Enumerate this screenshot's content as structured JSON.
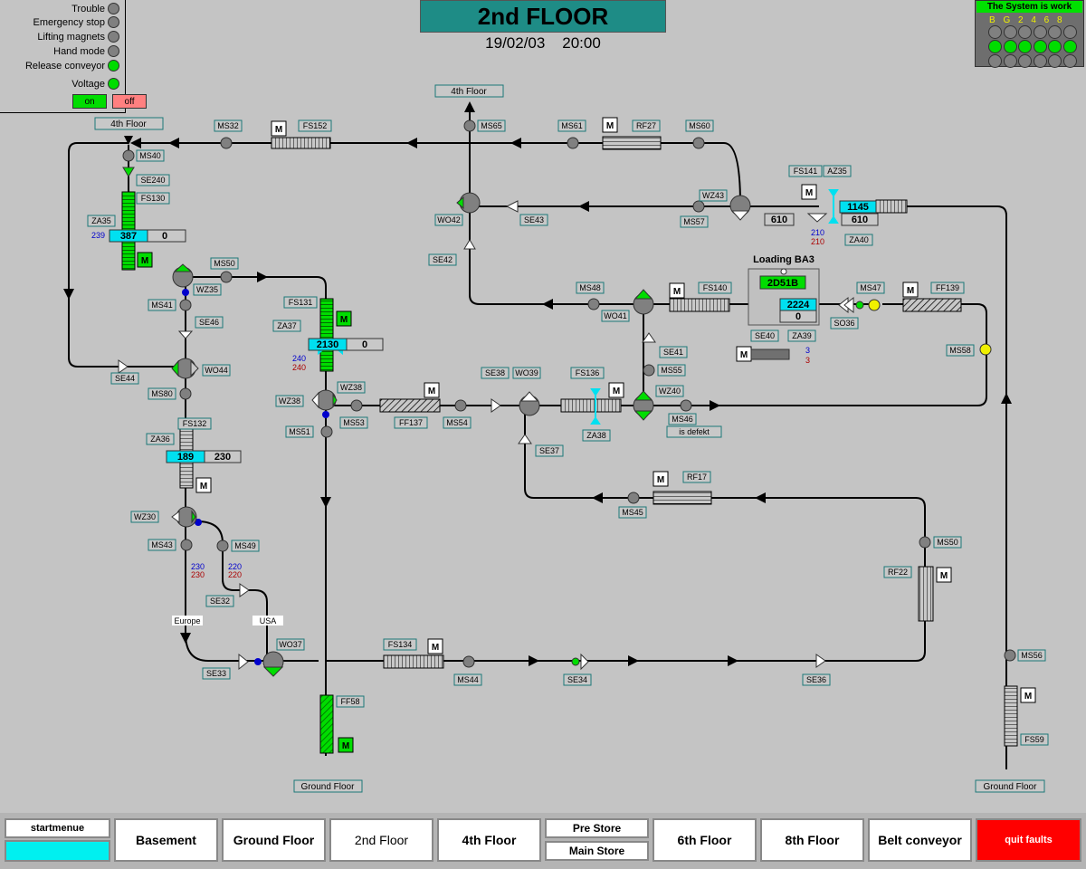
{
  "header": {
    "title": "2nd FLOOR",
    "date": "19/02/03",
    "time": "20:00"
  },
  "legend": {
    "items": [
      {
        "label": "Trouble",
        "color": "#808080"
      },
      {
        "label": "Emergency stop",
        "color": "#808080"
      },
      {
        "label": "Lifting magnets",
        "color": "#808080"
      },
      {
        "label": "Hand mode",
        "color": "#808080"
      },
      {
        "label": "Release conveyor",
        "color": "#00dd00"
      },
      {
        "label": "Voltage",
        "color": "#00dd00"
      }
    ],
    "on_label": "on",
    "off_label": "off"
  },
  "system": {
    "title": "The System is work",
    "floors": "B G 2 4 6 8",
    "row1": [
      "#808080",
      "#808080",
      "#808080",
      "#808080",
      "#808080",
      "#808080"
    ],
    "row2": [
      "#00dd00",
      "#00dd00",
      "#00dd00",
      "#00dd00",
      "#00dd00",
      "#00dd00"
    ],
    "row3": [
      "#808080",
      "#808080",
      "#808080",
      "#808080",
      "#808080",
      "#808080"
    ]
  },
  "floor_labels": {
    "f4_top": "4th Floor",
    "f4_left": "4th Floor",
    "ground_mid": "Ground Floor",
    "ground_right": "Ground Floor"
  },
  "loading": {
    "title": "Loading BA3",
    "code": "2D51B",
    "value": "2224",
    "count": "0"
  },
  "displays": {
    "za35": {
      "value": "387",
      "count": "0",
      "side": "239"
    },
    "za37": {
      "value": "2130",
      "count": "0",
      "side_blue": "240",
      "side_red": "240"
    },
    "za36": {
      "value": "189",
      "count": "230"
    },
    "za40": {
      "value": "1145",
      "count": "610",
      "count2": "610",
      "side_blue": "210",
      "side_red": "210"
    },
    "ms43": {
      "blue": "230",
      "red": "230"
    },
    "ms49": {
      "blue": "220",
      "red": "220"
    },
    "loading_side": {
      "blue": "3",
      "red": "3"
    }
  },
  "labels": {
    "ms32": "MS32",
    "fs152": "FS152",
    "ms65": "MS65",
    "ms61": "MS61",
    "rf27": "RF27",
    "ms60": "MS60",
    "ms40": "MS40",
    "se240": "SE240",
    "fs130": "FS130",
    "za35": "ZA35",
    "fs141": "FS141",
    "az35": "AZ35",
    "wz43": "WZ43",
    "ms57": "MS57",
    "za40": "ZA40",
    "wo42": "WO42",
    "se43": "SE43",
    "se42": "SE42",
    "ms50": "MS50",
    "wz35": "WZ35",
    "ms41": "MS41",
    "se46": "SE46",
    "fs131": "FS131",
    "za37": "ZA37",
    "ms48": "MS48",
    "wo41": "WO41",
    "fs140": "FS140",
    "ms47": "MS47",
    "ff139": "FF139",
    "se40": "SE40",
    "za39": "ZA39",
    "so36": "SO36",
    "ms58": "MS58",
    "se44": "SE44",
    "wo44": "WO44",
    "ms80": "MS80",
    "se41": "SE41",
    "ms55": "MS55",
    "wz38": "WZ38",
    "wz38b": "WZ38",
    "ms53": "MS53",
    "ff137": "FF137",
    "ms54": "MS54",
    "se38": "SE38",
    "wo39": "WO39",
    "fs136": "FS136",
    "wz40": "WZ40",
    "ms46": "MS46",
    "is_defekt": "is defekt",
    "ms51": "MS51",
    "za38": "ZA38",
    "se37": "SE37",
    "fs132": "FS132",
    "za36": "ZA36",
    "rf17": "RF17",
    "ms45": "MS45",
    "wz30": "WZ30",
    "ms43": "MS43",
    "ms49": "MS49",
    "ms50b": "MS50",
    "rf22": "RF22",
    "se32": "SE32",
    "europe": "Europe",
    "usa": "USA",
    "wo37": "WO37",
    "se33": "SE33",
    "fs134": "FS134",
    "ms44": "MS44",
    "se34": "SE34",
    "se36": "SE36",
    "ms56": "MS56",
    "ff58": "FF58",
    "fs59": "FS59",
    "m": "M"
  },
  "nav": {
    "startmenue": "startmenue",
    "basement": "Basement",
    "ground": "Ground Floor",
    "second": "2nd Floor",
    "fourth": "4th Floor",
    "prestore": "Pre Store",
    "mainstore": "Main Store",
    "sixth": "6th Floor",
    "eighth": "8th Floor",
    "belt": "Belt conveyor",
    "quit": "quit faults"
  },
  "colors": {
    "accent": "#1e8c86",
    "green": "#00dd00",
    "cyan": "#00e0f0",
    "quit": "#ff0000",
    "yellow": "#f0f000"
  }
}
